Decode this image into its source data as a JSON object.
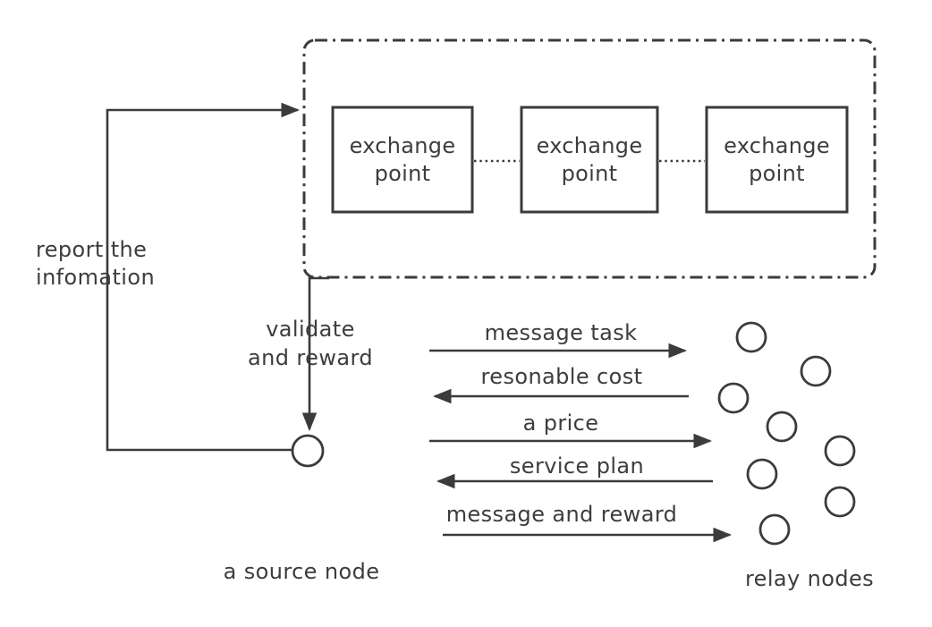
{
  "diagram": {
    "colors": {
      "stroke": "#3b3b3b",
      "text": "#3d3d3d",
      "background": "#ffffff"
    },
    "exchange_container": {
      "boxes": [
        {
          "label": "exchange point"
        },
        {
          "label": "exchange point"
        },
        {
          "label": "exchange point"
        }
      ]
    },
    "report_label": {
      "line1": "report the",
      "line2": "infomation"
    },
    "validate_label": {
      "line1": "validate",
      "line2": "and reward"
    },
    "source_node_label": "a source node",
    "relay_nodes_label": "relay nodes",
    "negotiation_arrows": [
      {
        "label": "message task",
        "direction": "right"
      },
      {
        "label": "resonable cost",
        "direction": "left"
      },
      {
        "label": "a price",
        "direction": "right"
      },
      {
        "label": "service plan",
        "direction": "left"
      },
      {
        "label": "message and reward",
        "direction": "right"
      }
    ]
  }
}
